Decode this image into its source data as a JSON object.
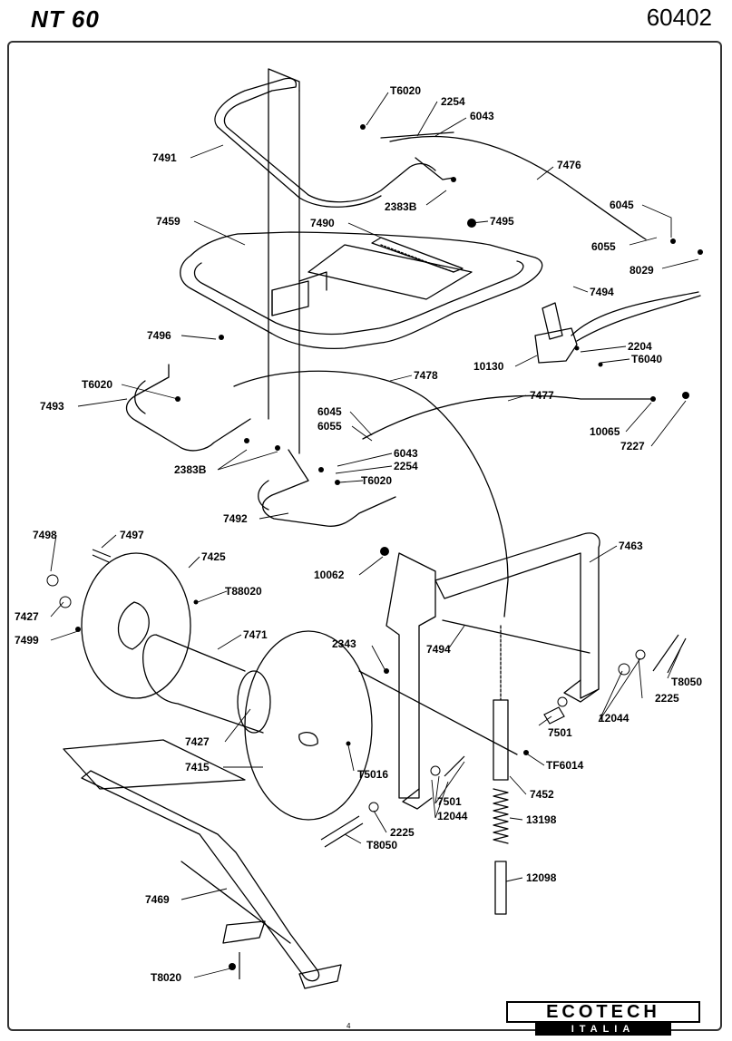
{
  "header": {
    "model": "NT 60",
    "code": "60402"
  },
  "page_number": "4",
  "logo": {
    "brand": "ECOTECH",
    "sub": "ITALIA"
  },
  "labels": [
    "T6020",
    "2254",
    "6043",
    "7476",
    "7491",
    "2383B",
    "6045",
    "6055",
    "8029",
    "7459",
    "7490",
    "7495",
    "7494",
    "7496",
    "2204",
    "T6040",
    "10130",
    "7478",
    "T6020",
    "7493",
    "6045",
    "6055",
    "7477",
    "10065",
    "7227",
    "6043",
    "2254",
    "T6020",
    "2383B",
    "7492",
    "7498",
    "7497",
    "7425",
    "7463",
    "10062",
    "T88020",
    "7427",
    "7499",
    "7471",
    "2343",
    "7494",
    "T8050",
    "2225",
    "12044",
    "7501",
    "7427",
    "TF6014",
    "7415",
    "T5016",
    "7452",
    "7501",
    "12044",
    "2225",
    "T8050",
    "13198",
    "12098",
    "7469",
    "T8020"
  ]
}
